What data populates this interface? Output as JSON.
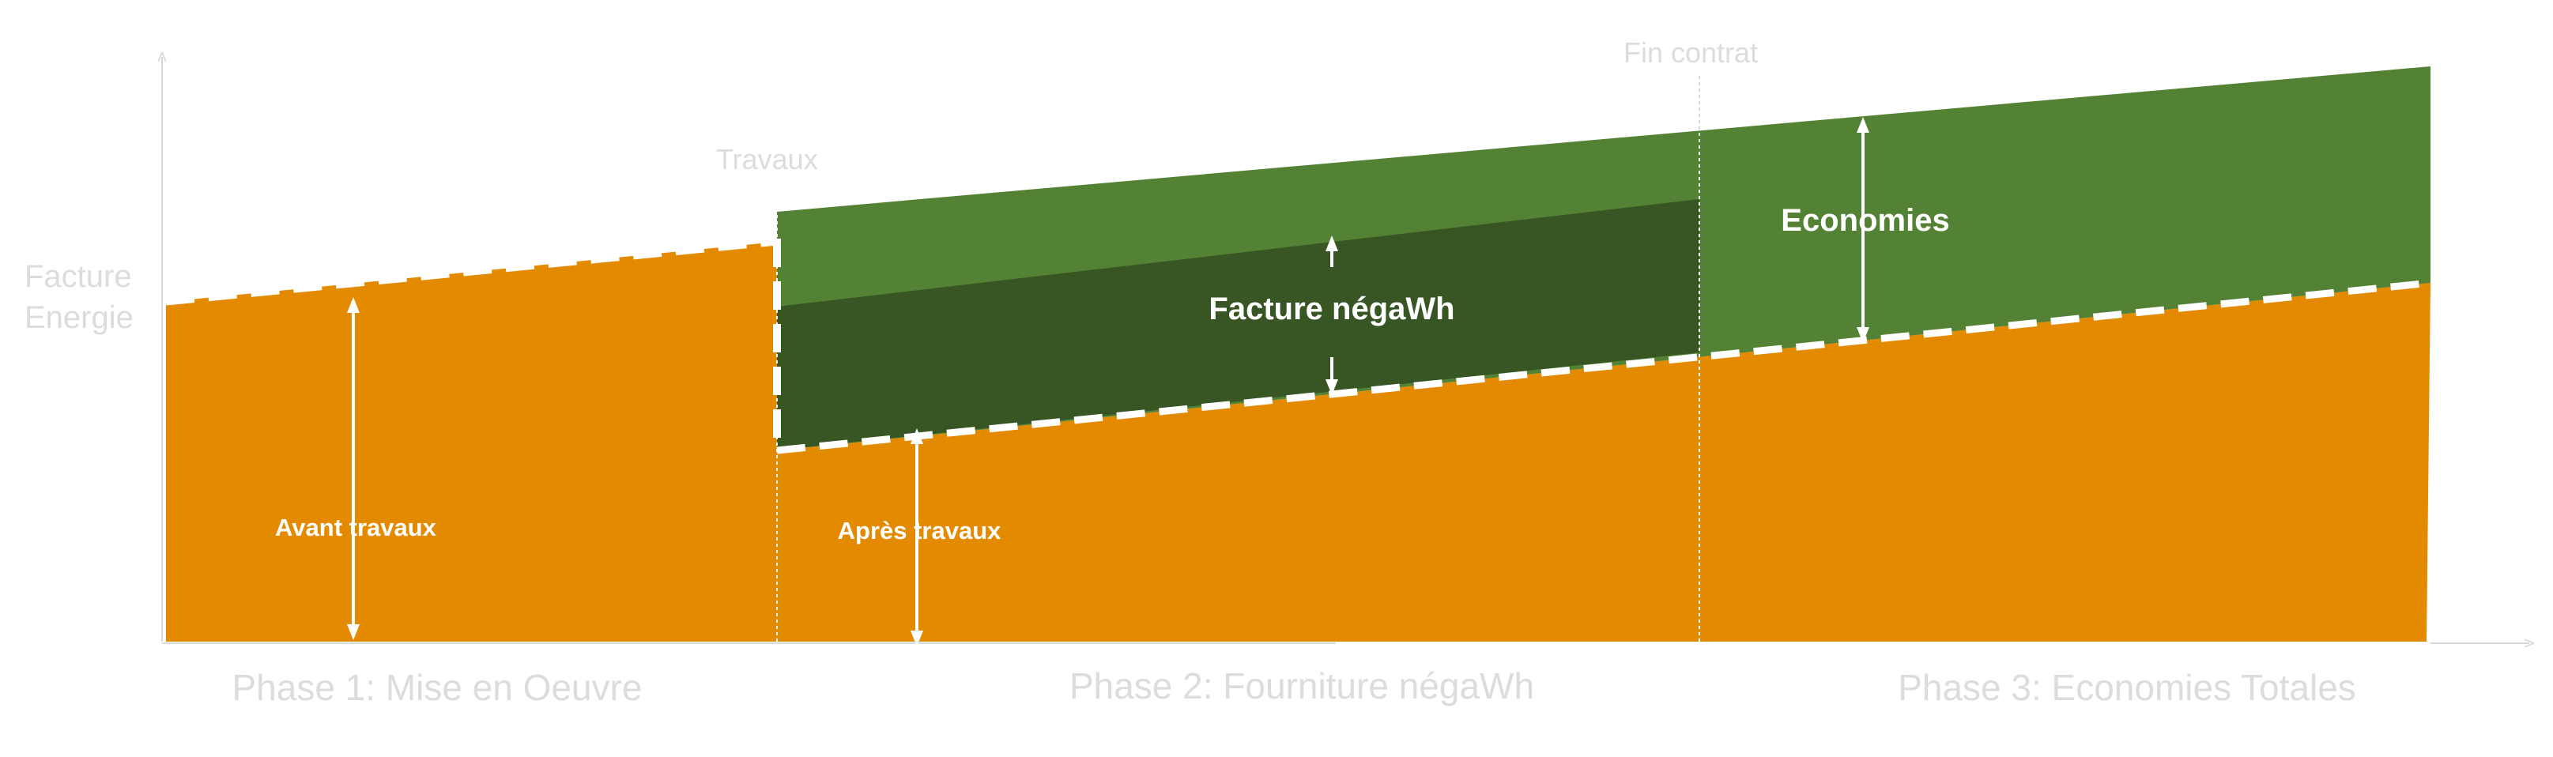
{
  "axis": {
    "y_label_line1": "Facture",
    "y_label_line2": "Energie"
  },
  "markers": {
    "travaux": "Travaux",
    "fin_contrat": "Fin contrat"
  },
  "areas": {
    "avant_travaux": "Avant travaux",
    "apres_travaux": "Après travaux",
    "facture_negawh": "Facture négaWh",
    "economies": "Economies"
  },
  "phases": {
    "phase1": "Phase 1: Mise en Oeuvre",
    "phase2": "Phase 2: Fourniture négaWh",
    "phase3": "Phase 3: Economies Totales"
  },
  "colors": {
    "orange": "#e48a00",
    "green_light": "#548235",
    "green_dark": "#375623",
    "white": "#ffffff",
    "guide": "#d9d9d9"
  }
}
